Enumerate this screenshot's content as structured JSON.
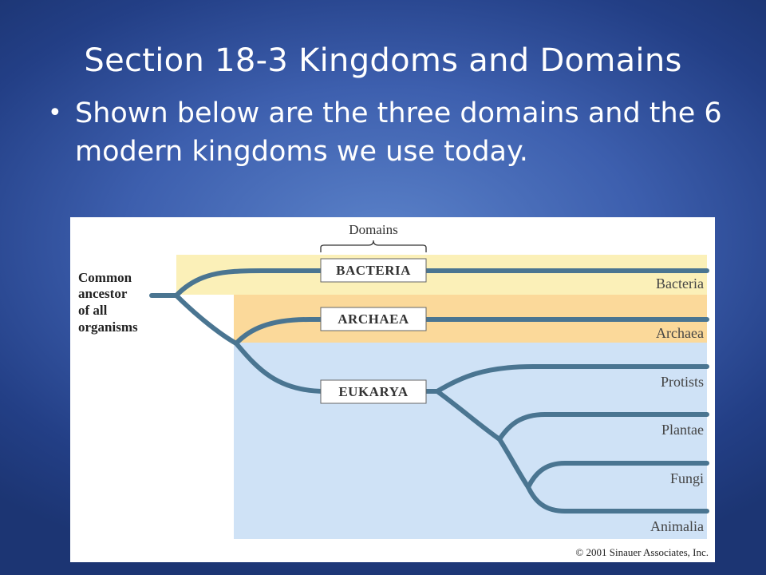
{
  "slide": {
    "title": "Section 18-3 Kingdoms and Domains",
    "bullet": "Shown below are the three domains and the 6 modern kingdoms we use today."
  },
  "figure": {
    "domains_heading": "Domains",
    "root_label": [
      "Common",
      "ancestor",
      "of all",
      "organisms"
    ],
    "domains": [
      {
        "name": "BACTERIA",
        "band_color": "#fbf0b8"
      },
      {
        "name": "ARCHAEA",
        "band_color": "#fbd99a"
      },
      {
        "name": "EUKARYA",
        "band_color": "#cfe2f6"
      }
    ],
    "kingdoms": [
      "Bacteria",
      "Archaea",
      "Protists",
      "Plantae",
      "Fungi",
      "Animalia"
    ],
    "copyright": "© 2001 Sinauer Associates, Inc.",
    "branch_color": "#4a7591"
  }
}
